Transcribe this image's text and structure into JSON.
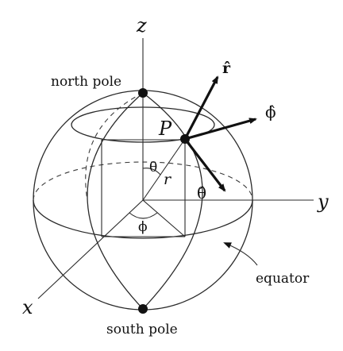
{
  "labels": {
    "z_axis": "z",
    "y_axis": "y",
    "x_axis": "x",
    "north_pole": "north pole",
    "south_pole": "south pole",
    "equator": "equator",
    "point": "P",
    "radius": "r",
    "theta": "θ",
    "phi": "ϕ",
    "r_hat": "r̂",
    "phi_hat": "ϕ̂",
    "theta_hat": "θ̂"
  },
  "colors": {
    "line": "#2a2a2a",
    "text": "#111111",
    "background": "#ffffff"
  }
}
